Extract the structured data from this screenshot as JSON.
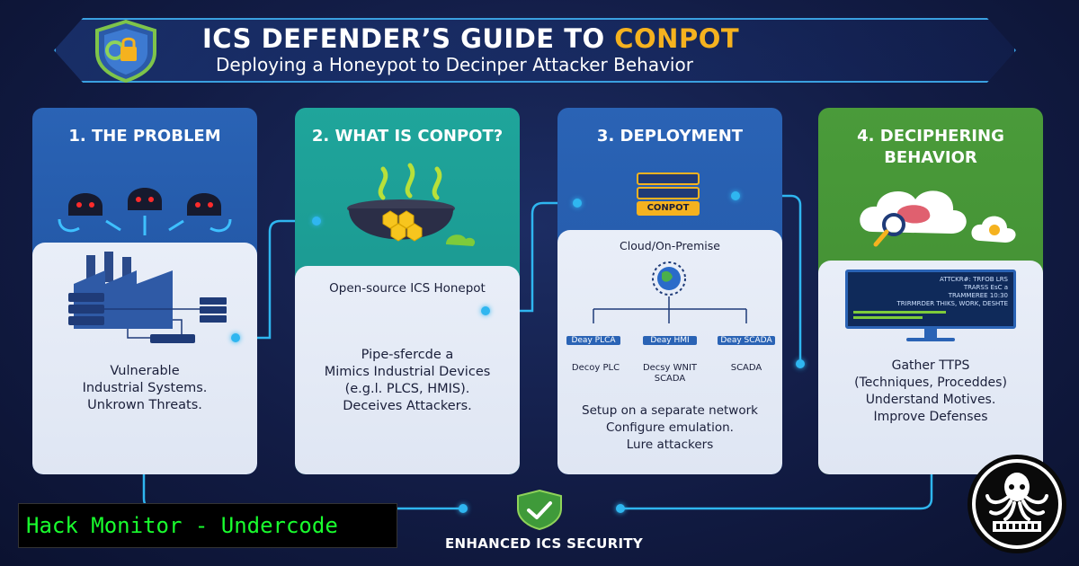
{
  "header": {
    "title_main": "ICS DEFENDER’S GUIDE TO",
    "title_accent": "CONPOT",
    "subtitle": "Deploying a Honeypot to Decinper Attacker Behavior"
  },
  "cards": [
    {
      "heading": "1. THE PROBLEM",
      "body": [
        "Vulnerable",
        "Industrial Systems.",
        "Unkrown Threats."
      ]
    },
    {
      "heading": "2. WHAT IS CONPOT?",
      "tagline": "Open-source ICS Honepot",
      "body": [
        "Pipe-sfercde a",
        "Mimics Industrial Devices",
        "(e.g.l. PLCS, HMIS).",
        "Deceives Attackers."
      ]
    },
    {
      "heading": "3. DEPLOYMENT",
      "server_label": "CONPOT",
      "location": "Cloud/On-Premise",
      "decoys": [
        {
          "chip": "Deay PLCA",
          "label": "Decoy PLC"
        },
        {
          "chip": "Deay HMI",
          "label": "Decsy WNIT\nSCADA"
        },
        {
          "chip": "Deay SCADA",
          "label": "SCADA"
        }
      ],
      "body": [
        "Setup on a separate network",
        "Configure emulation.",
        "Lure attackers"
      ]
    },
    {
      "heading": "4. DECIPHERING BEHAVIOR",
      "screen_lines": [
        "ATTCKR#: TRFOB LRS",
        "TRARSS EsC a",
        "TRAMMEREE 10:30",
        "TRIRMRDER THIKS, WORK, DESHTE"
      ],
      "body": [
        "Gather TTPS",
        "(Techniques, Proceddes)",
        "Understand Motives.",
        "Improve Defenses"
      ]
    }
  ],
  "footer": {
    "label": "ENHANCED ICS SECURITY"
  },
  "watermark": {
    "text": "Hack Monitor - Undercode"
  },
  "colors": {
    "background": "#121c45",
    "accent": "#f5b21f",
    "connector": "#2fb6f0",
    "card1": "#2a63b5",
    "card2": "#1fa59b",
    "card3": "#2a63b5",
    "card4": "#4a9b3a",
    "watermark_text": "#19ff2e"
  }
}
